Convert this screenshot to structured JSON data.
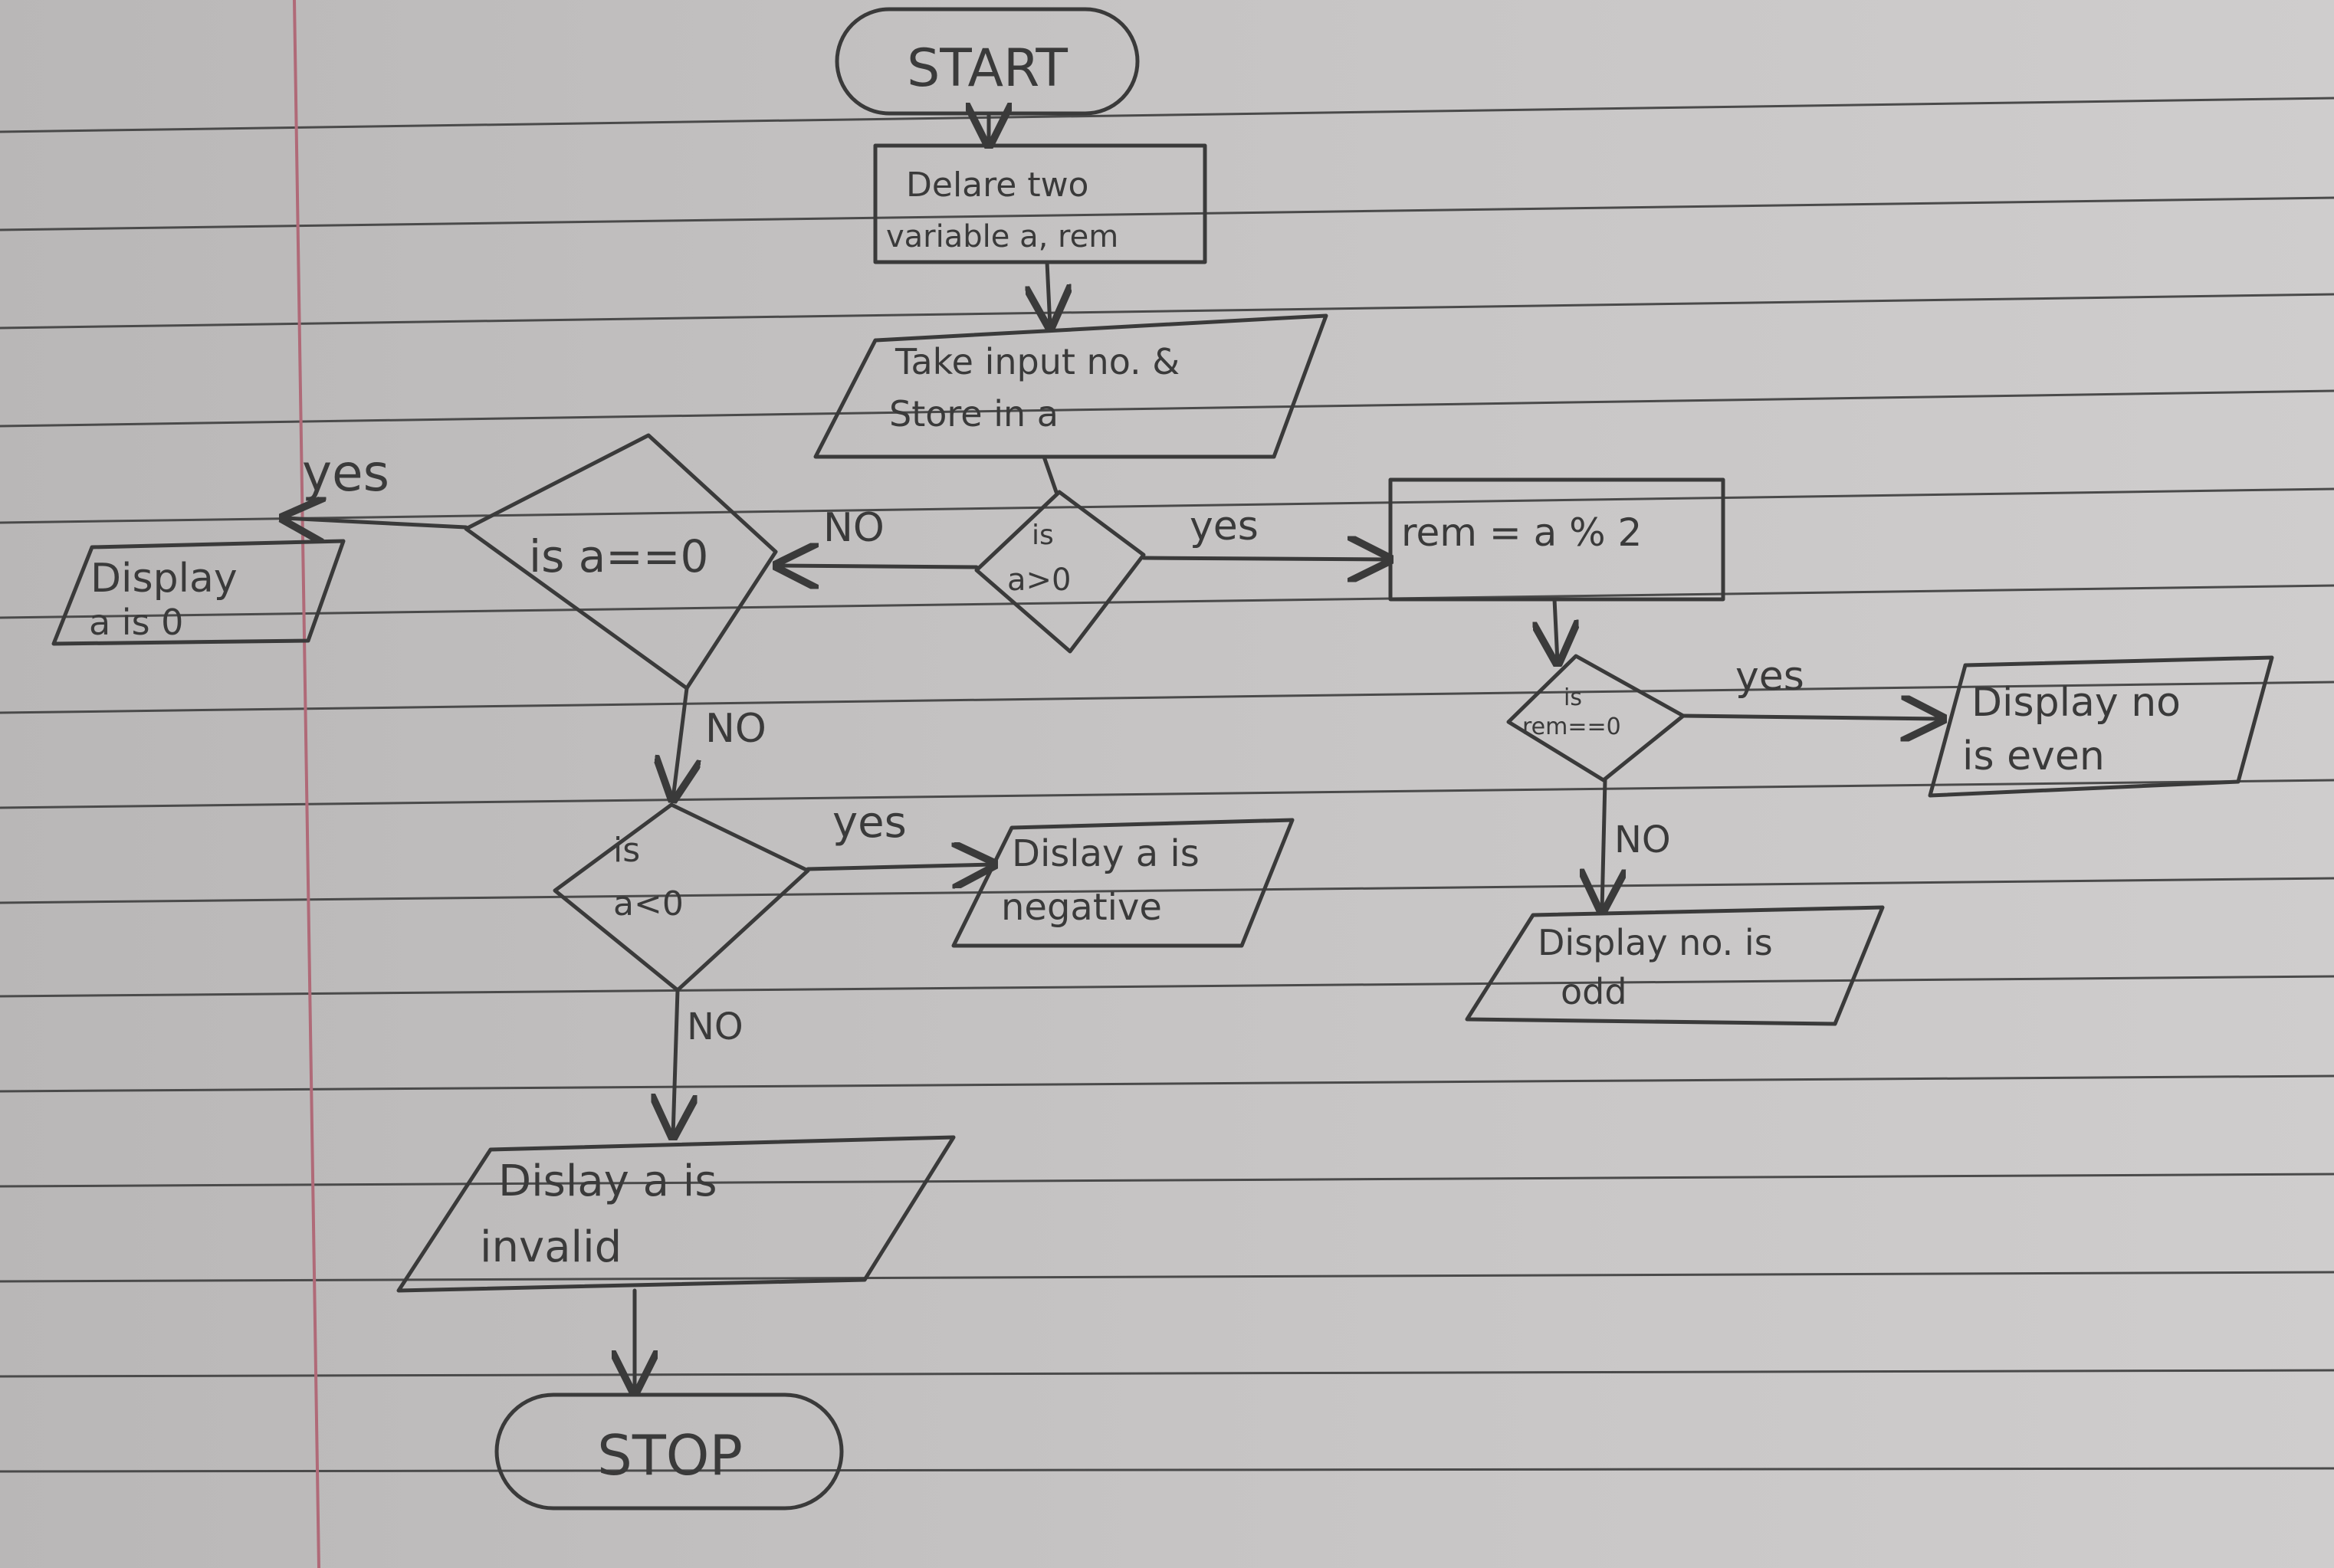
{
  "page": {
    "paper_color": "#c3c1c1",
    "rule_color": "#4a4a4a",
    "margin_color": "#b06a78",
    "ink_color": "#3a3a3a"
  },
  "flowchart": {
    "start": "START",
    "declare": [
      "Delare two",
      "variable a, rem"
    ],
    "input": [
      "Take input no. &",
      "Store in a"
    ],
    "decision_a_gt_0": [
      "is",
      "a>0"
    ],
    "decision_a_eq_0": "is a==0",
    "decision_a_lt_0": [
      "is",
      "a<0"
    ],
    "process_rem": "rem = a % 2",
    "decision_rem": [
      "is",
      "rem==0"
    ],
    "display_zero": [
      "Display",
      "a is 0"
    ],
    "display_negative": [
      "Dislay a is",
      "negative"
    ],
    "display_even": [
      "Display no",
      "is even"
    ],
    "display_odd": [
      "Display no. is",
      "odd"
    ],
    "display_invalid": [
      "Dislay a is",
      "invalid"
    ],
    "stop": "STOP",
    "labels": {
      "yes_zero": "yes",
      "no_from_gt0": "NO",
      "yes_gt0": "yes",
      "no_from_eq0": "NO",
      "yes_lt0": "yes",
      "no_from_lt0": "NO",
      "yes_rem": "yes",
      "no_rem": "NO"
    }
  }
}
